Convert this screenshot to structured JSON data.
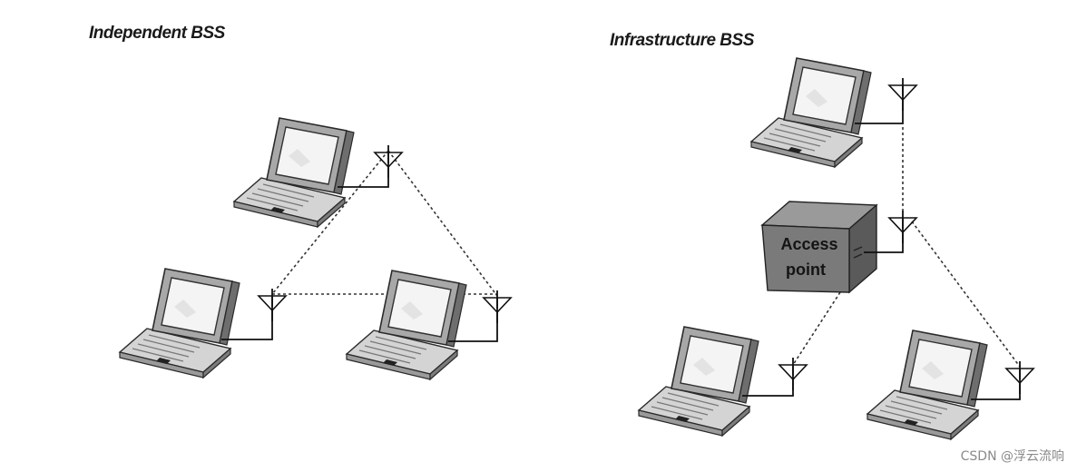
{
  "left_diagram": {
    "title": "Independent BSS"
  },
  "right_diagram": {
    "title": "Infrastructure BSS",
    "access_point": {
      "line1": "Access",
      "line2": "point"
    }
  },
  "watermark": "CSDN @浮云流响"
}
